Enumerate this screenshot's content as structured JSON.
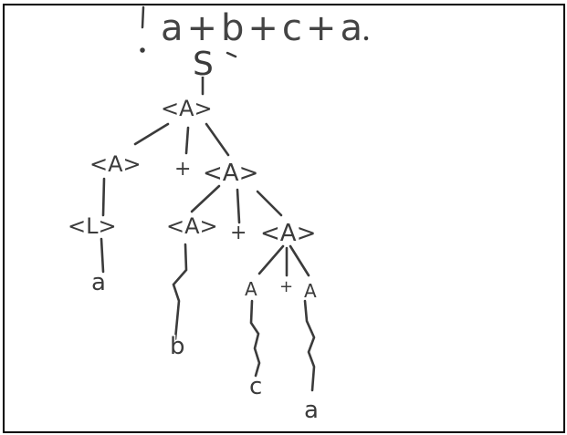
{
  "expression": "a+b+c+a",
  "tree": {
    "root": "S",
    "nodes": {
      "n_a1": "<A>",
      "n_a2": "<A>",
      "plus1": "+",
      "n_a3": "<A>",
      "n_l1": "<L>",
      "n_a4": "<A>",
      "plus2": "+",
      "n_a5": "<A>",
      "leaf_a1": "a",
      "leaf_b": "b",
      "n_a6": "A",
      "plus3": "+",
      "n_a7": "A",
      "leaf_c": "c",
      "leaf_a2": "a"
    }
  },
  "colors": {
    "ink": "#3b3b3b",
    "frame": "#000000",
    "background": "#ffffff"
  }
}
